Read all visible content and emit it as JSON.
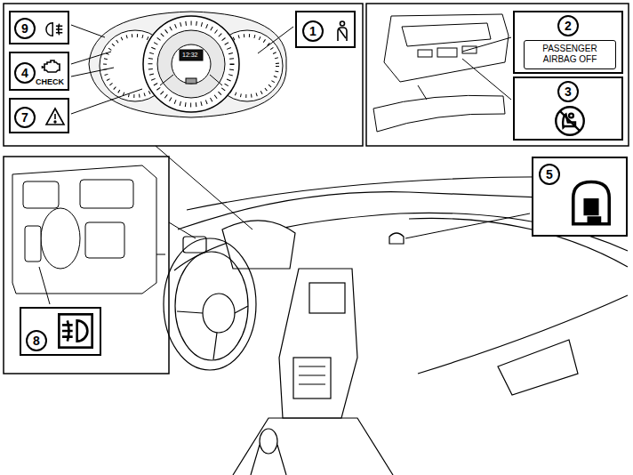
{
  "diagram": {
    "nodes": [
      {
        "text": [
          "9"
        ]
      },
      {
        "text": [
          "4",
          "CHECK"
        ]
      },
      {
        "text": [
          "7"
        ]
      },
      {
        "text": [
          "1"
        ]
      },
      {
        "text": [
          "2"
        ]
      },
      {
        "text": [
          "PASSENGER AIRBAG OFF"
        ],
        "in": 4
      },
      {
        "text": [
          "3"
        ]
      },
      {
        "text": [
          "5"
        ]
      },
      {
        "text": [
          "8"
        ]
      }
    ],
    "labels": [
      "12:32"
    ]
  }
}
